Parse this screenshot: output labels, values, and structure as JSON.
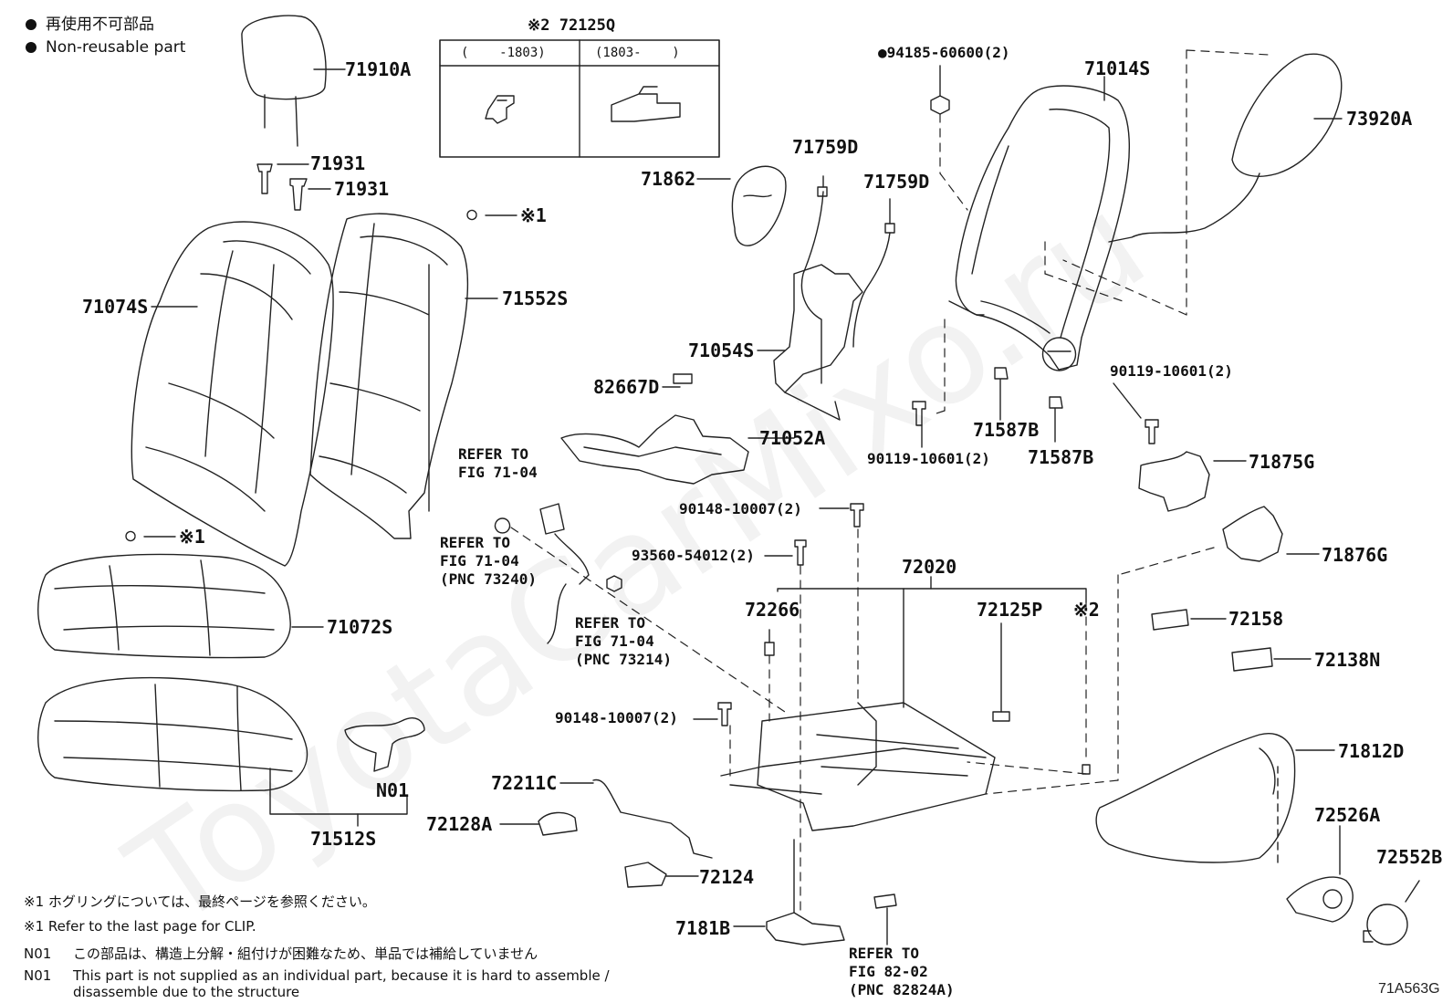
{
  "legend": {
    "jp": "再使用不可部品",
    "en": "Non-reusable part"
  },
  "inset": {
    "title": "※2 72125Q",
    "col_left": "(    -1803)",
    "col_right": "(1803-    )"
  },
  "labels": {
    "p71910A": "71910A",
    "p71931a": "71931",
    "p71931b": "71931",
    "clip1a": "※1",
    "clip1b": "※1",
    "p71074S": "71074S",
    "p71552S": "71552S",
    "p71072S": "71072S",
    "p71512S": "71512S",
    "n01": "N01",
    "p71862": "71862",
    "p71759D_1": "71759D",
    "p71759D_2": "71759D",
    "p71054S": "71054S",
    "p82667D": "82667D",
    "p71052A": "71052A",
    "p94185": "●94185-60600(2)",
    "p71014S": "71014S",
    "p73920A": "73920A",
    "p90119_a": "90119-10601(2)",
    "p90119_b": "90119-10601(2)",
    "p71587B_1": "71587B",
    "p71587B_2": "71587B",
    "p71875G": "71875G",
    "p71876G": "71876G",
    "p90148_a": "90148-10007(2)",
    "p93560": "93560-54012(2)",
    "p72020": "72020",
    "p72266": "72266",
    "p72125P": "72125P",
    "x2": "※2",
    "p72158": "72158",
    "p72138N": "72138N",
    "p90148_b": "90148-10007(2)",
    "p72211C": "72211C",
    "p72128A": "72128A",
    "p72124": "72124",
    "p7181B": "7181B",
    "p71812D": "71812D",
    "p72526A": "72526A",
    "p72552B": "72552B"
  },
  "refs": {
    "ref1": "REFER TO\nFIG 71-04",
    "ref2": "REFER TO\nFIG 71-04\n(PNC 73240)",
    "ref3": "REFER TO\nFIG 71-04\n(PNC 73214)",
    "ref4": "REFER TO\nFIG 82-02\n(PNC 82824A)"
  },
  "notes": {
    "n1_jp": "※1 ホグリングについては、最終ページを参照ください。",
    "n1_en": "※1 Refer to the last page for CLIP.",
    "n01_label_a": "N01",
    "n01_jp": "この部品は、構造上分解・組付けが困難なため、単品では補給していません",
    "n01_label_b": "N01",
    "n01_en_1": "This part is not supplied as an individual part, because it is hard to assemble /",
    "n01_en_2": "disassemble due to the structure"
  },
  "figure_code": "71A563G"
}
